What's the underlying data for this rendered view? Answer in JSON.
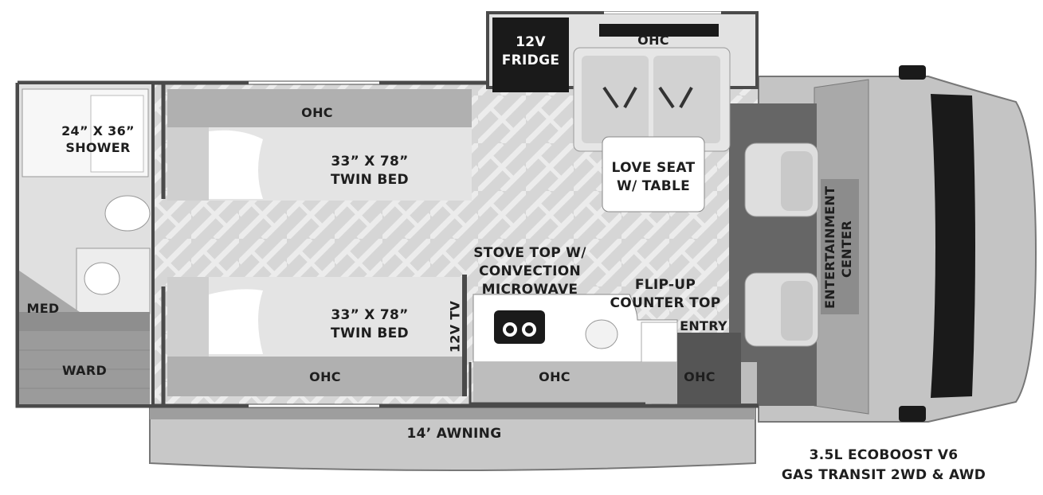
{
  "labels": {
    "fridge": "12V FRIDGE",
    "ohc_top_lounge": "OHC",
    "ohc_top_bed": "OHC",
    "shower": "24” X 36” SHOWER",
    "twin_bed_top": "33” X 78” TWIN BED",
    "twin_bed_bottom": "33” X 78” TWIN BED",
    "love_seat": "LOVE SEAT W/ TABLE",
    "stove": "STOVE TOP W/ CONVECTION MICROWAVE",
    "flip_up": "FLIP-UP COUNTER TOP",
    "entry": "ENTRY",
    "entertainment": "ENTERTAINMENT CENTER",
    "tv": "12V TV",
    "med": "MED",
    "ward": "WARD",
    "ohc_bottom_bed": "OHC",
    "ohc_bottom_kitchen": "OHC",
    "ohc_bottom_entry": "OHC",
    "awning": "14’ AWNING",
    "engine_line1": "3.5L ECOBOOST V6",
    "engine_line2": "GAS TRANSIT 2WD & AWD"
  },
  "colors": {
    "wall": "#4a4a4a",
    "floor": "#d9d9d9",
    "cabinet": "#b9b9b9",
    "cab_dark": "#6b6b6b",
    "accent_dark": "#1a1a1a"
  }
}
